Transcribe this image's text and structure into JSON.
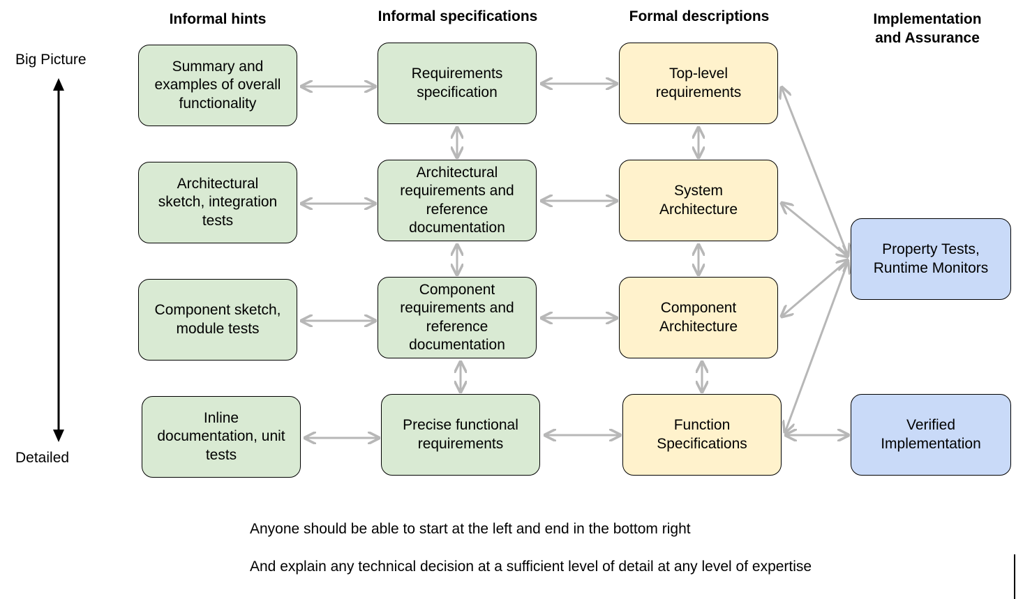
{
  "headers": {
    "informal_hints": "Informal hints",
    "informal_specs": "Informal specifications",
    "formal_descriptions": "Formal descriptions",
    "impl_assurance": "Implementation\nand Assurance"
  },
  "axis": {
    "top_label": "Big Picture",
    "bottom_label": "Detailed"
  },
  "boxes": {
    "hint_1": "Summary and\nexamples of overall\nfunctionality",
    "hint_2": "Architectural\nsketch, integration\ntests",
    "hint_3": "Component sketch,\nmodule tests",
    "hint_4": "Inline\ndocumentation, unit\ntests",
    "spec_1": "Requirements\nspecification",
    "spec_2": "Architectural\nrequirements and\nreference\ndocumentation",
    "spec_3": "Component\nrequirements and\nreference\ndocumentation",
    "spec_4": "Precise functional\nrequirements",
    "formal_1": "Top-level\nrequirements",
    "formal_2": "System\nArchitecture",
    "formal_3": "Component\nArchitecture",
    "formal_4": "Function\nSpecifications",
    "impl_1": "Property Tests,\nRuntime Monitors",
    "impl_2": "Verified\nImplementation"
  },
  "notes": {
    "line_1": "Anyone should be able to start at the left and end in the bottom right",
    "line_2": "And explain any technical decision at a sufficient level of detail at any level of expertise"
  },
  "colors": {
    "informal": "#d9ead3",
    "formal": "#fff2cc",
    "implementation": "#c9daf8",
    "connector": "#b7b7b7"
  }
}
